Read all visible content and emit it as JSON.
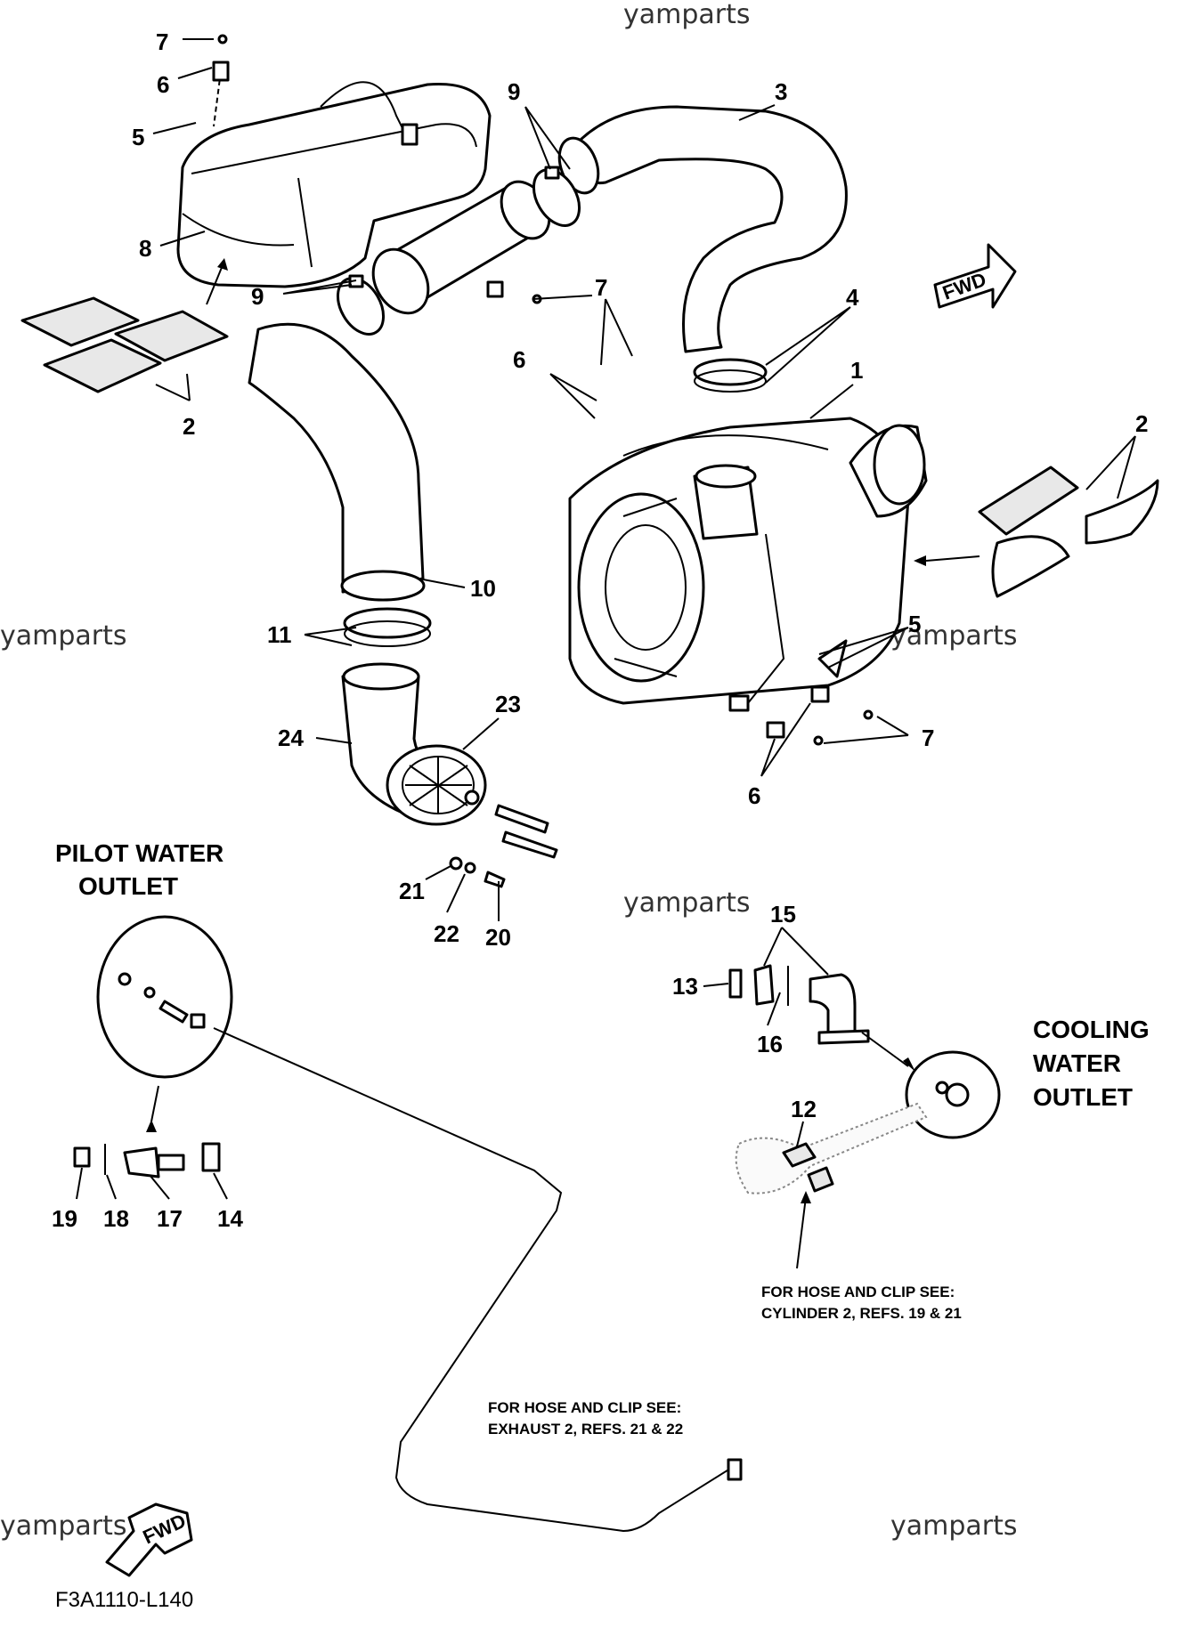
{
  "watermarks": [
    "yamparts",
    "yamparts",
    "yamparts",
    "yamparts",
    "yamparts",
    "yamparts"
  ],
  "headings": {
    "pilot": [
      "PILOT WATER",
      "OUTLET"
    ],
    "cooling": [
      "COOLING",
      "WATER",
      "OUTLET"
    ]
  },
  "notes": {
    "cooling_hose": [
      "FOR HOSE AND CLIP SEE:",
      "CYLINDER 2, REFS. 19 & 21"
    ],
    "exhaust_hose": [
      "FOR HOSE AND CLIP SEE:",
      "EXHAUST 2, REFS. 21 & 22"
    ]
  },
  "fwd_label": "FWD",
  "figure_code": "F3A1110-L140",
  "callouts": [
    "7",
    "6",
    "5",
    "8",
    "9",
    "9",
    "3",
    "7",
    "6",
    "4",
    "1",
    "2",
    "2",
    "10",
    "11",
    "5",
    "24",
    "23",
    "7",
    "6",
    "21",
    "22",
    "20",
    "15",
    "13",
    "16",
    "12",
    "19",
    "18",
    "17",
    "14"
  ]
}
